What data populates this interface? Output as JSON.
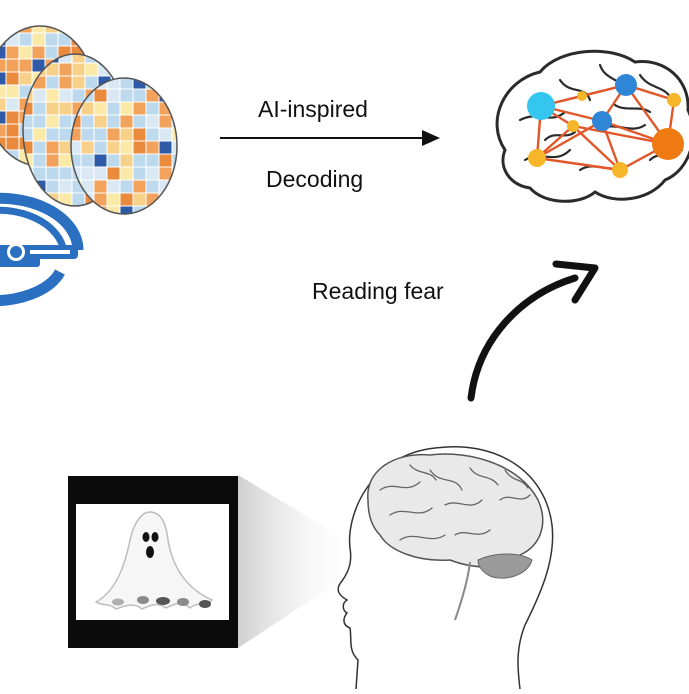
{
  "labels": {
    "ai_inspired": "AI-inspired",
    "decoding": "Decoding",
    "reading_fear": "Reading fear"
  },
  "colors": {
    "scanner_blue": "#2a6fc0",
    "network_edge": "#e2572a",
    "node_cyan": "#35c6f0",
    "node_blue": "#2f86d6",
    "node_orange": "#f07a12",
    "node_yellow": "#f7b62a",
    "heatmap_orange": "#f2a25a",
    "heatmap_cream": "#fbe9a8",
    "heatmap_lightblue": "#bcd9ee",
    "heatmap_darkblue": "#2f5aa8"
  },
  "icons": [
    "brain-heatmap-icon",
    "mri-scanner-icon",
    "brain-network-icon",
    "ghost-icon",
    "human-head-brain-icon",
    "curved-arrow-icon"
  ]
}
